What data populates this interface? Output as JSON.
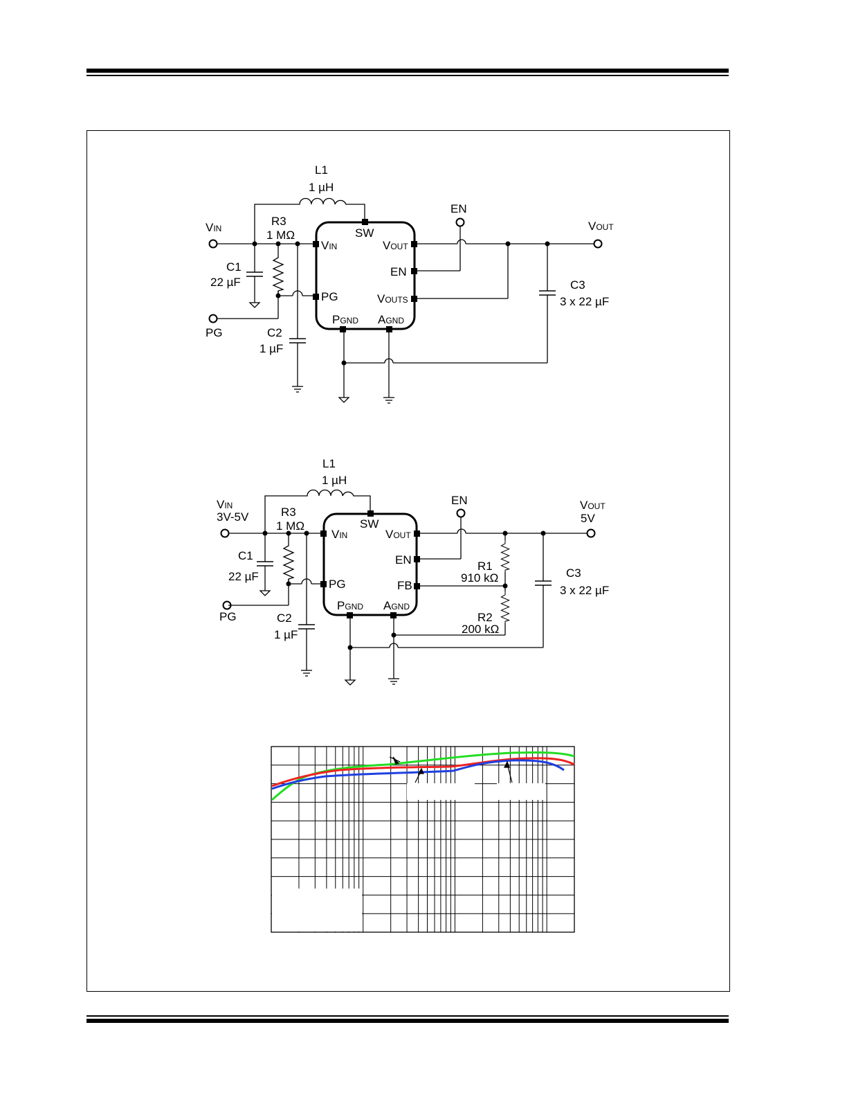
{
  "schematic1": {
    "l1_ref": "L1",
    "l1_val": "1 µH",
    "vin": "V",
    "vin_sub": "IN",
    "r3_ref": "R3",
    "r3_val": "1 MΩ",
    "c1_ref": "C1",
    "c1_val": "22 µF",
    "c2_ref": "C2",
    "c2_val": "1 µF",
    "pg_label": "PG",
    "en_label": "EN",
    "vout": "V",
    "vout_sub": "OUT",
    "c3_ref": "C3",
    "c3_val": "3 x 22 µF",
    "pins": {
      "sw": "SW",
      "vin": "V",
      "vin_sub": "IN",
      "pg": "PG",
      "pgnd": "P",
      "pgnd_sub": "GND",
      "agnd": "A",
      "agnd_sub": "GND",
      "vout": "V",
      "vout_sub": "OUT",
      "en": "EN",
      "vouts": "V",
      "vouts_sub": "OUTS"
    }
  },
  "schematic2": {
    "l1_ref": "L1",
    "l1_val": "1 µH",
    "vin": "V",
    "vin_sub": "IN",
    "vin_range": "3V-5V",
    "r3_ref": "R3",
    "r3_val": "1 MΩ",
    "c1_ref": "C1",
    "c1_val": "22 µF",
    "c2_ref": "C2",
    "c2_val": "1 µF",
    "pg_label": "PG",
    "en_label": "EN",
    "vout": "V",
    "vout_sub": "OUT",
    "vout_val": "5V",
    "r1_ref": "R1",
    "r1_val": "910 kΩ",
    "r2_ref": "R2",
    "r2_val": "200 kΩ",
    "c3_ref": "C3",
    "c3_val": "3 x 22 µF",
    "pins": {
      "sw": "SW",
      "vin": "V",
      "vin_sub": "IN",
      "pg": "PG",
      "pgnd": "P",
      "pgnd_sub": "GND",
      "agnd": "A",
      "agnd_sub": "GND",
      "vout": "V",
      "vout_sub": "OUT",
      "en": "EN",
      "fb": "FB"
    }
  },
  "chart": {
    "colors": {
      "green": "#22dd22",
      "red": "#ee2222",
      "blue": "#1f3fe0"
    }
  }
}
